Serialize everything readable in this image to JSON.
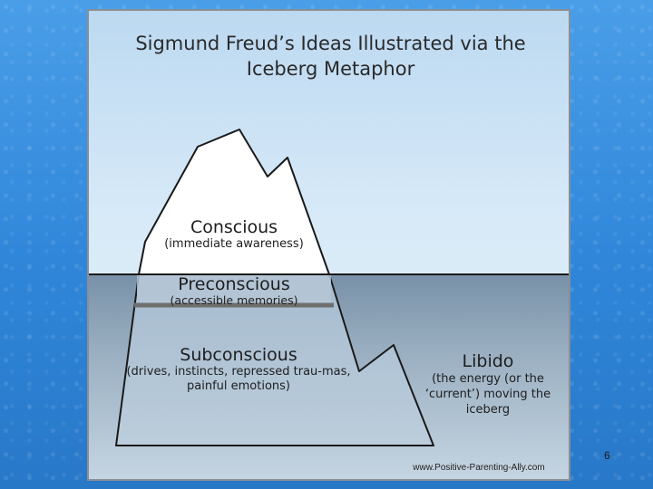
{
  "slide": {
    "title_line1": "Sigmund Freud’s Ideas Illustrated via the",
    "title_line2": "Iceberg Metaphor",
    "page_number": "6",
    "credit": "www.Positive-Parenting-Ally.com"
  },
  "levels": {
    "conscious": {
      "label": "Conscious",
      "description": "(immediate awareness)"
    },
    "preconscious": {
      "label": "Preconscious",
      "description": "(accessible memories)"
    },
    "subconscious": {
      "label": "Subconscious",
      "description": "(drives, instincts, repressed trau-mas, painful emotions)"
    }
  },
  "libido": {
    "label": "Libido",
    "description": "(the energy (or the ‘current’) moving the iceberg"
  },
  "colors": {
    "background_blue": "#2f86d9",
    "sky": "#cfe4f5",
    "water_top": "#7c96ad",
    "water_bottom": "#c2d3e0",
    "iceberg_above": "#ffffff",
    "iceberg_below": "#a9bfd2",
    "outline": "#1a1a1a"
  }
}
